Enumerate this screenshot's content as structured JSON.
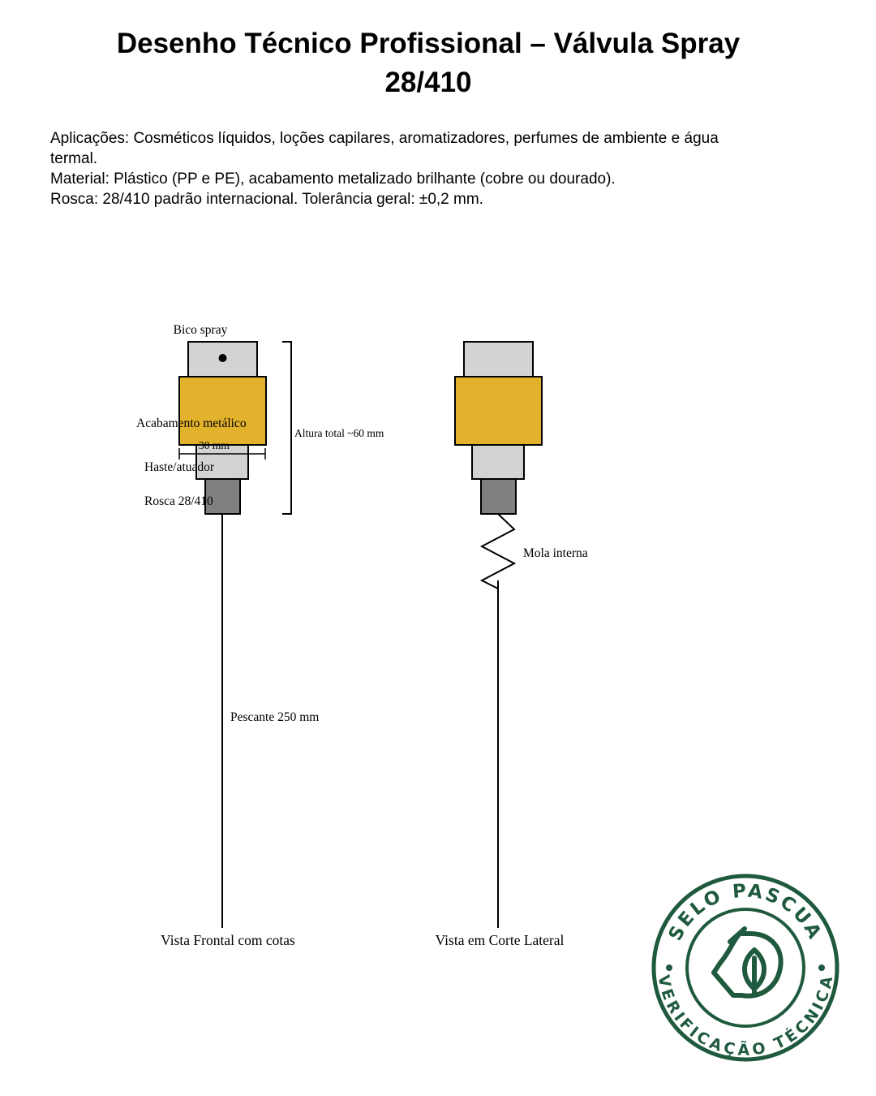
{
  "title": {
    "line1": "Desenho Técnico Profissional – Válvula Spray",
    "line2": "28/410"
  },
  "description": {
    "applications_line1": "Aplicações: Cosméticos líquidos, loções capilares, aromatizadores, perfumes de ambiente e água",
    "applications_line2": "termal.",
    "material": "Material: Plástico (PP e PE), acabamento metalizado brilhante (cobre ou dourado).",
    "thread": "Rosca: 28/410 padrão internacional. Tolerância geral: ±0,2 mm."
  },
  "front_view": {
    "caption": "Vista Frontal com cotas",
    "labels": {
      "nozzle": "Bico spray",
      "finish": "Acabamento metálico",
      "width_dim": "30 mm",
      "stem": "Haste/atuador",
      "thread": "Rosca 28/410",
      "height_dim": "Altura total ~60 mm",
      "dip_tube": "Pescante 250 mm"
    }
  },
  "side_view": {
    "caption": "Vista em Corte Lateral",
    "labels": {
      "spring": "Mola interna"
    }
  },
  "stamp": {
    "top_text": "SELO PASCUA",
    "bottom_text": "VERIFICAÇÃO TÉCNICA",
    "icon": "hand-leaf-icon"
  },
  "colors": {
    "gold": "#e3b22c",
    "light_gray": "#d3d3d3",
    "dark_gray": "#808080",
    "stamp_green": "#1f5a3e"
  }
}
